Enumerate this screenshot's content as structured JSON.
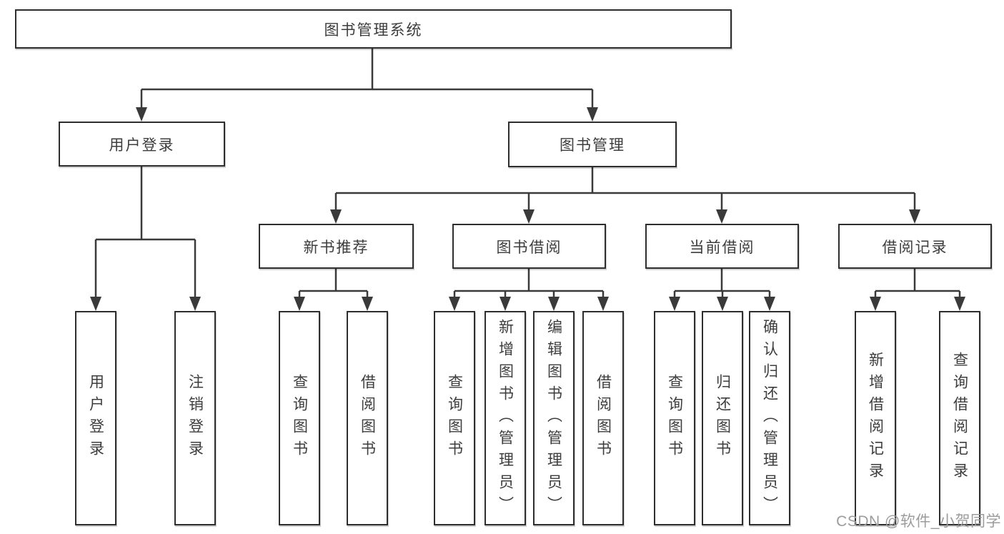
{
  "colors": {
    "line": "#3a3a3a",
    "border": "#2e2e2e",
    "text": "#3d3d3d",
    "watermark": "#9c9c9c",
    "background": "#ffffff"
  },
  "diagram": {
    "root": {
      "label": "图书管理系统"
    },
    "branches": [
      {
        "label": "用户登录",
        "children": [
          "用户登录",
          "注销登录"
        ]
      },
      {
        "label": "图书管理",
        "children": [
          {
            "label": "新书推荐",
            "children": [
              "查询图书",
              "借阅图书"
            ]
          },
          {
            "label": "图书借阅",
            "children": [
              "查询图书",
              "新增图书（管理员）",
              "编辑图书（管理员）",
              "借阅图书"
            ]
          },
          {
            "label": "当前借阅",
            "children": [
              "查询图书",
              "归还图书",
              "确认归还（管理员）"
            ]
          },
          {
            "label": "借阅记录",
            "children": [
              "新增借阅记录",
              "查询借阅记录"
            ]
          }
        ]
      }
    ]
  },
  "watermark": {
    "text": "CSDN @软件_小贺同学"
  }
}
